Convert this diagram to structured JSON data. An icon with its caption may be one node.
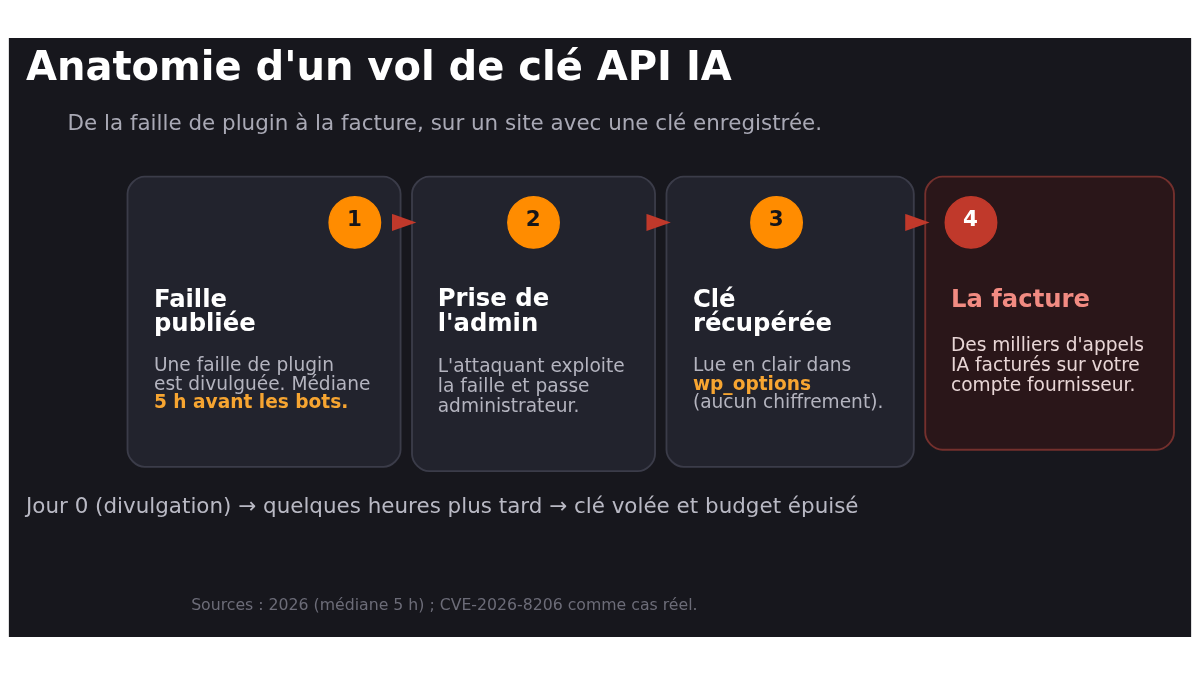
{
  "diagram": {
    "title": "Anatomie d'un vol de clé API IA",
    "nodes": [
      {
        "text": [
          "Faille publiée",
          "Une faille de plugin est divulguée. Médiane **5 h avant les bots.**"
        ]
      },
      {
        "text": [
          "1"
        ],
        "in": 0
      },
      {
        "text": [
          "Prise de l'admin",
          "L'attaquant exploite la faille et passe administrateur."
        ]
      },
      {
        "text": [
          "2"
        ],
        "in": 2
      },
      {
        "text": [
          "Clé récupérée",
          "Lue en clair dans **wp_options** (aucun chiffrement)."
        ]
      },
      {
        "text": [
          "3"
        ],
        "in": 4
      },
      {
        "text": [
          "La facture",
          "Des milliers d'appels IA facturés sur votre compte fournisseur."
        ]
      },
      {
        "text": [
          "4"
        ],
        "in": 6
      }
    ],
    "edges": [
      {
        "from": 0,
        "to": 2,
        "arrow": "to"
      },
      {
        "from": 2,
        "to": 4,
        "arrow": "to"
      },
      {
        "from": 4,
        "to": 6,
        "arrow": "to"
      }
    ],
    "labels": [
      "De la faille de plugin à la facture, sur un site avec une clé enregistrée.",
      "Jour 0 (divulgation) → quelques heures plus tard → clé volée et budget épuisé",
      "Sources : 2026 (médiane 5 h) ; CVE-2026-8206 comme cas réel."
    ]
  }
}
